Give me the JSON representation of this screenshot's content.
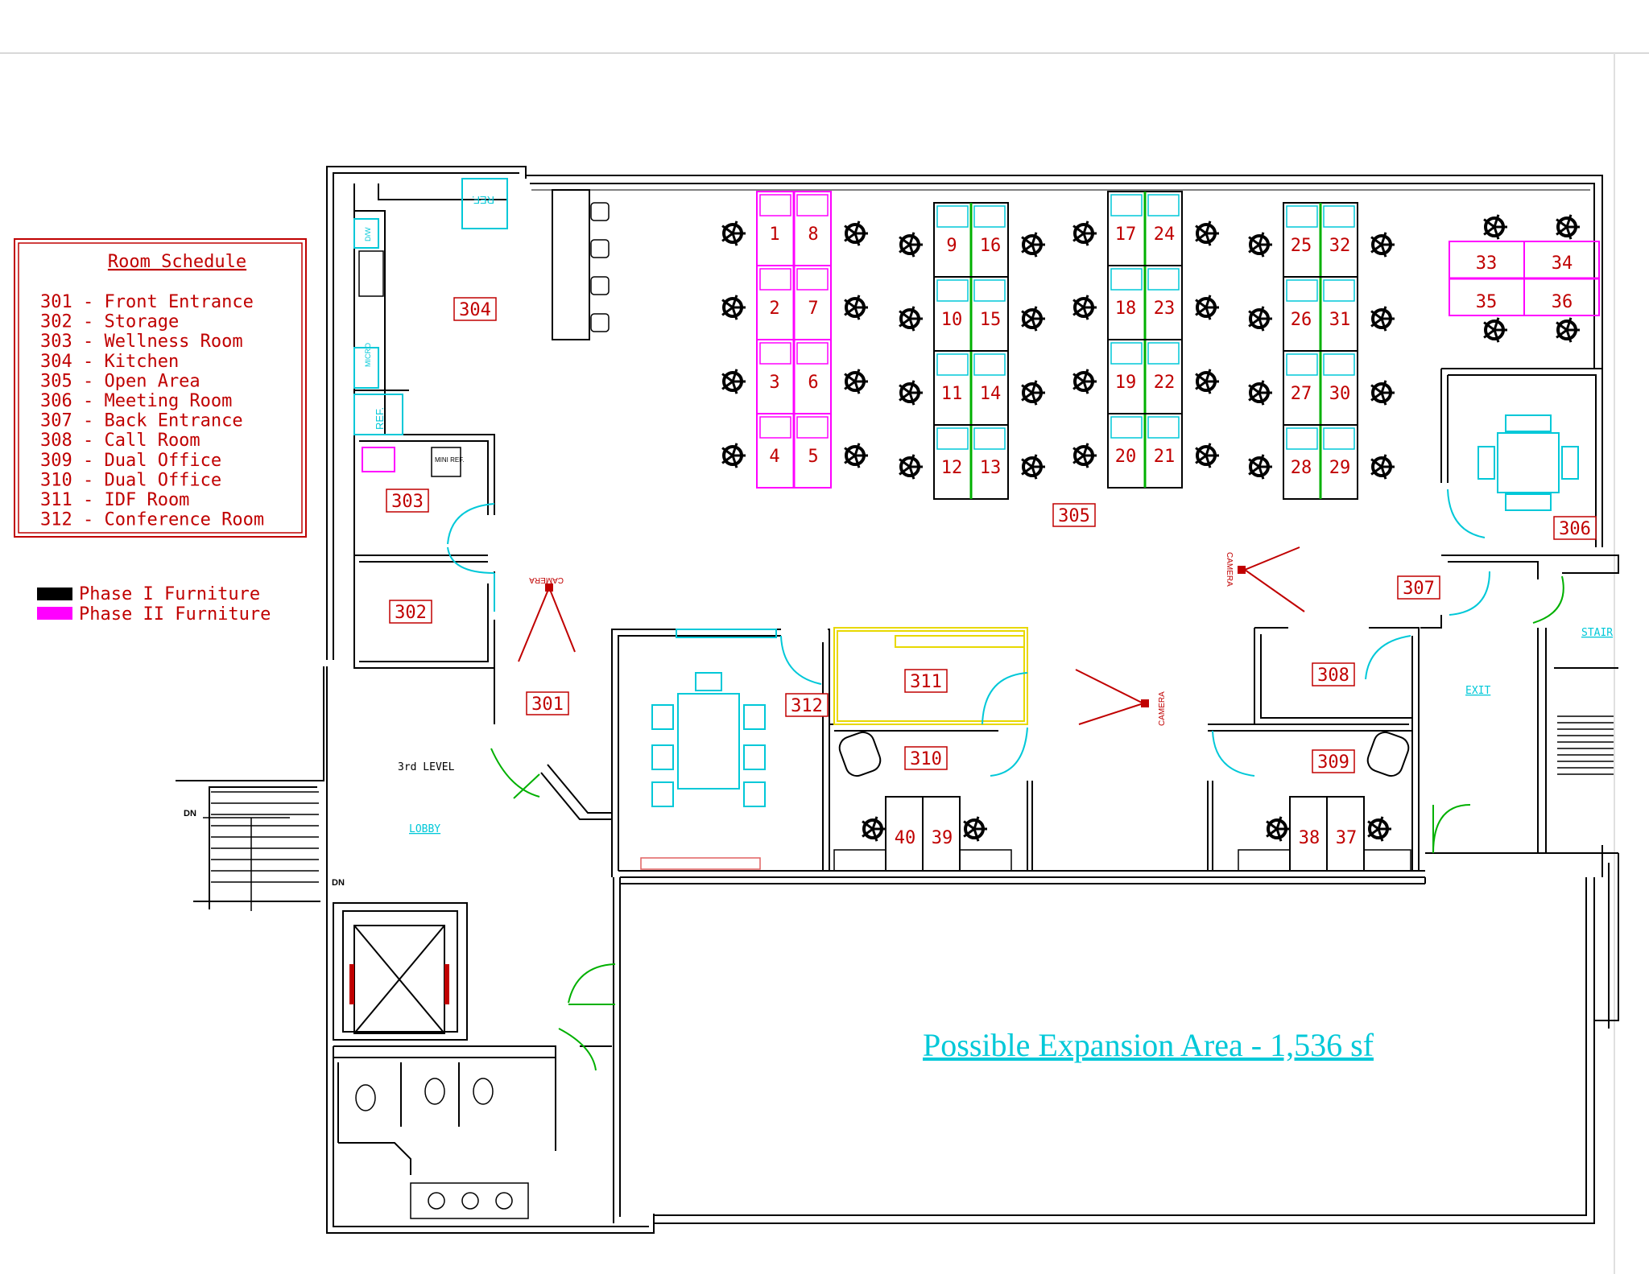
{
  "schedule": {
    "title": "Room Schedule",
    "rows": [
      "301  -  Front Entrance",
      "302  -  Storage",
      "303  -  Wellness Room",
      "304  -  Kitchen",
      "305  -  Open Area",
      "306  -  Meeting Room",
      "307  -  Back Entrance",
      "308  -  Call Room",
      "309  -  Dual Office",
      "310  -  Dual Office",
      "311  -  IDF Room",
      "312  -  Conference Room"
    ]
  },
  "legend": [
    {
      "label": "Phase I Furniture",
      "color": "#000000"
    },
    {
      "label": "Phase II Furniture",
      "color": "#ff00ff"
    }
  ],
  "rooms": [
    "301",
    "302",
    "303",
    "304",
    "305",
    "306",
    "307",
    "308",
    "309",
    "310",
    "311",
    "312"
  ],
  "desks": [
    "1",
    "2",
    "3",
    "4",
    "5",
    "6",
    "7",
    "8",
    "9",
    "10",
    "11",
    "12",
    "13",
    "14",
    "15",
    "16",
    "17",
    "18",
    "19",
    "20",
    "21",
    "22",
    "23",
    "24",
    "25",
    "26",
    "27",
    "28",
    "29",
    "30",
    "31",
    "32",
    "33",
    "34",
    "35",
    "36",
    "37",
    "38",
    "39",
    "40"
  ],
  "labels": {
    "camera": "CAMERA",
    "level": "3rd LEVEL",
    "lobby": "LOBBY",
    "exit": "EXIT",
    "stair": "STAIR",
    "dn": "DN",
    "ref": "REF.",
    "mini_ref": "MINI REF.",
    "micro": "MICRO",
    "dw": "D/W",
    "expansion": "Possible Expansion Area - 1,536 sf"
  },
  "colors": {
    "wall": "#000000",
    "red": "#c00000",
    "magenta": "#ff00ff",
    "cyan": "#00c8d8",
    "green": "#00b000",
    "yellow": "#e8d800"
  }
}
